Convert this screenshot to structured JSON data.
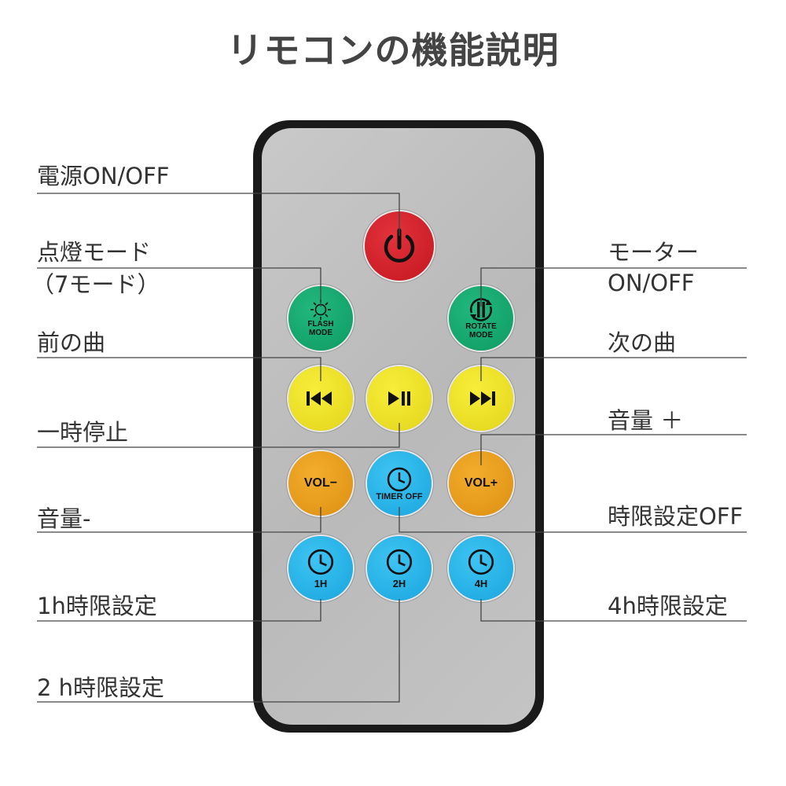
{
  "title": "リモコンの機能説明",
  "buttons": {
    "flash": [
      "FLASH",
      "MODE"
    ],
    "rotate": [
      "ROTATE",
      "MODE"
    ],
    "vol_minus": "VOL−",
    "vol_plus": "VOL+",
    "timer_off": "TIMER OFF",
    "h1": "1H",
    "h2": "2H",
    "h4": "4H"
  },
  "labels": {
    "power": "電源ON/OFF",
    "light_mode": "点燈モード",
    "light_mode_sub": "（7モード）",
    "motor": "モーター",
    "motor_sub": "ON/OFF",
    "prev": "前の曲",
    "next": "次の曲",
    "pause": "一時停止",
    "vol_up": "音量 ＋",
    "vol_down": "音量-",
    "timer_off": "時限設定OFF",
    "timer_1h": "1h時限設定",
    "timer_2h": "2 h時限設定",
    "timer_4h": "4h時限設定"
  },
  "colors": {
    "power": "#c4161f",
    "mode": "#0d9a63",
    "media": "#e3d41a",
    "volume": "#dd8f12",
    "timer": "#18a5de"
  }
}
